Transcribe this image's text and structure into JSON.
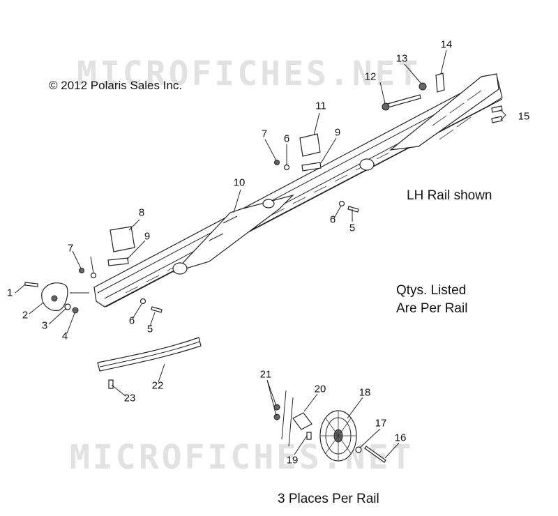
{
  "watermark": "MICROFICHES.NET",
  "copyright": "© 2012 Polaris Sales Inc.",
  "rail_note": "LH Rail shown",
  "qty_note_line1": "Qtys. Listed",
  "qty_note_line2": "Are Per Rail",
  "places_note": "3 Places Per Rail",
  "callouts": [
    {
      "id": "1",
      "label": "1"
    },
    {
      "id": "2",
      "label": "2"
    },
    {
      "id": "3",
      "label": "3"
    },
    {
      "id": "4",
      "label": "4"
    },
    {
      "id": "5a",
      "label": "5"
    },
    {
      "id": "6a",
      "label": "6"
    },
    {
      "id": "7a",
      "label": "7"
    },
    {
      "id": "8",
      "label": "8"
    },
    {
      "id": "9a",
      "label": "9"
    },
    {
      "id": "10",
      "label": "10"
    },
    {
      "id": "11",
      "label": "11"
    },
    {
      "id": "7b",
      "label": "7"
    },
    {
      "id": "6b",
      "label": "6"
    },
    {
      "id": "9b",
      "label": "9"
    },
    {
      "id": "12",
      "label": "12"
    },
    {
      "id": "13",
      "label": "13"
    },
    {
      "id": "14",
      "label": "14"
    },
    {
      "id": "15",
      "label": "15"
    },
    {
      "id": "6c",
      "label": "6"
    },
    {
      "id": "5b",
      "label": "5"
    },
    {
      "id": "6d",
      "label": "6"
    },
    {
      "id": "5c",
      "label": "5"
    },
    {
      "id": "22",
      "label": "22"
    },
    {
      "id": "23",
      "label": "23"
    },
    {
      "id": "21",
      "label": "21"
    },
    {
      "id": "20",
      "label": "20"
    },
    {
      "id": "18",
      "label": "18"
    },
    {
      "id": "17",
      "label": "17"
    },
    {
      "id": "16",
      "label": "16"
    },
    {
      "id": "19",
      "label": "19"
    }
  ]
}
